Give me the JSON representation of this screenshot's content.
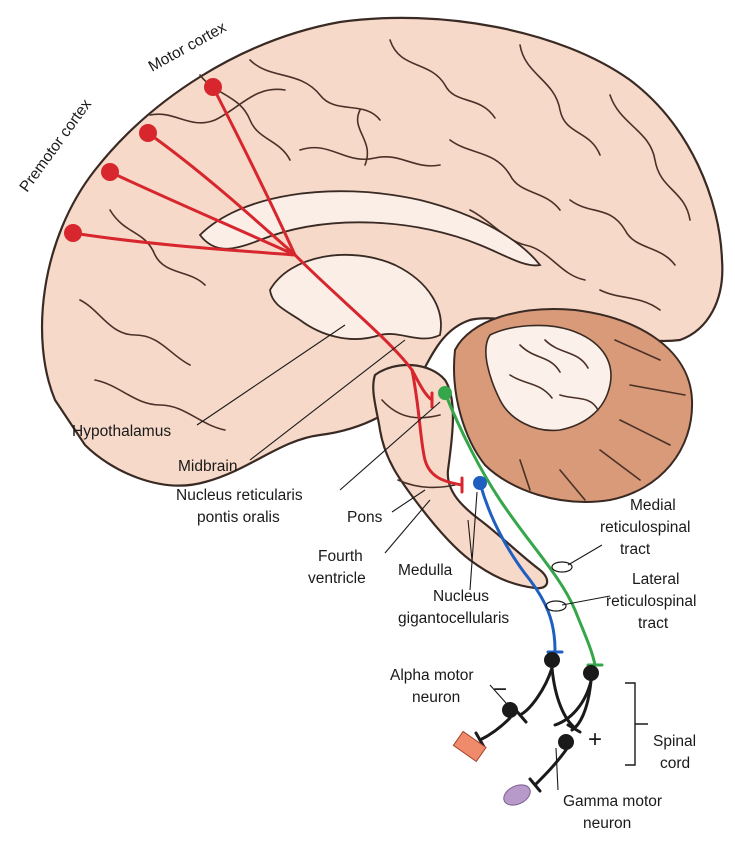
{
  "labels": {
    "premotor": "Premotor cortex",
    "motor": "Motor cortex",
    "hypothalamus": "Hypothalamus",
    "midbrain": "Midbrain",
    "nrpo_1": "Nucleus reticularis",
    "nrpo_2": "pontis oralis",
    "pons": "Pons",
    "fourth_1": "Fourth",
    "fourth_2": "ventricle",
    "medulla": "Medulla",
    "ngc_1": "Nucleus",
    "ngc_2": "gigantocellularis",
    "medial_1": "Medial",
    "medial_2": "reticulospinal",
    "medial_3": "tract",
    "lateral_1": "Lateral",
    "lateral_2": "reticulospinal",
    "lateral_3": "tract",
    "alpha_1": "Alpha motor",
    "alpha_2": "neuron",
    "gamma_1": "Gamma motor",
    "gamma_2": "neuron",
    "spinal_1": "Spinal",
    "spinal_2": "cord",
    "minus": "−",
    "plus": "+"
  },
  "colors": {
    "cortical_projection": "#d7262d",
    "medial_tract": "#36a64a",
    "lateral_tract": "#1f5fc0",
    "spinal_neurons": "#1a1a1a",
    "brain_fill": "#f6d9c9",
    "cerebellum_fill": "#d89a78",
    "muscle_extrafusal": "#ef8a6a",
    "muscle_spindle": "#b79ac9"
  }
}
